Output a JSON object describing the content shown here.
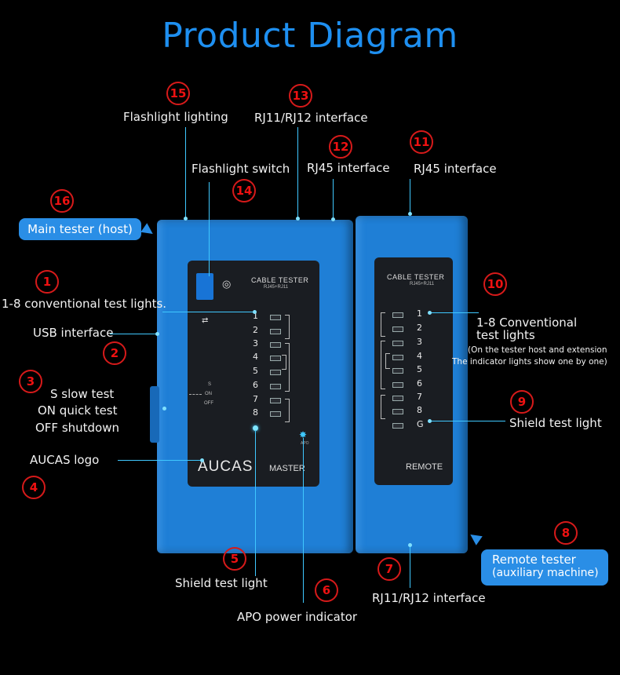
{
  "title": "Product Diagram",
  "callouts": [
    {
      "num": "1",
      "label": "1-8 conventional test lights."
    },
    {
      "num": "2",
      "label": "USB interface"
    },
    {
      "num": "3",
      "label_lines": [
        "S slow test",
        "ON quick test",
        "OFF shutdown"
      ]
    },
    {
      "num": "4",
      "label": "AUCAS  logo"
    },
    {
      "num": "5",
      "label": "Shield test light"
    },
    {
      "num": "6",
      "label": "APO power indicator"
    },
    {
      "num": "7",
      "label": "RJ11/RJ12 interface"
    },
    {
      "num": "8",
      "label_lines": [
        "Remote tester",
        "(auxiliary machine)"
      ]
    },
    {
      "num": "9",
      "label": "Shield test light"
    },
    {
      "num": "10",
      "label_lines": [
        "1-8 Conventional",
        "test lights"
      ],
      "note_lines": [
        "(On the tester host and extension",
        "The indicator lights show one by one)"
      ]
    },
    {
      "num": "11",
      "label": "RJ45 interface"
    },
    {
      "num": "12",
      "label": "RJ45 interface"
    },
    {
      "num": "13",
      "label": "RJ11/RJ12 interface"
    },
    {
      "num": "14",
      "label": "Flashlight switch"
    },
    {
      "num": "15",
      "label": "Flashlight lighting"
    },
    {
      "num": "16",
      "label": "Main tester (host)"
    }
  ],
  "master": {
    "header": "CABLE TESTER",
    "subheader": "RJ45+RJ11",
    "led_numbers": [
      "1",
      "2",
      "3",
      "4",
      "5",
      "6",
      "7",
      "8"
    ],
    "switch_labels": [
      "S",
      "ON",
      "OFF"
    ],
    "brand": "AUCAS",
    "name": "MASTER",
    "apo": "APO"
  },
  "remote": {
    "header": "CABLE TESTER",
    "subheader": "RJ45+RJ11",
    "led_numbers": [
      "1",
      "2",
      "3",
      "4",
      "5",
      "6",
      "7",
      "8",
      "G"
    ],
    "name": "REMOTE"
  },
  "colors": {
    "title": "#1e8ff0",
    "device": "#1f7fd6",
    "marker": "#d61a1a",
    "leader": "#3fc8ff"
  }
}
